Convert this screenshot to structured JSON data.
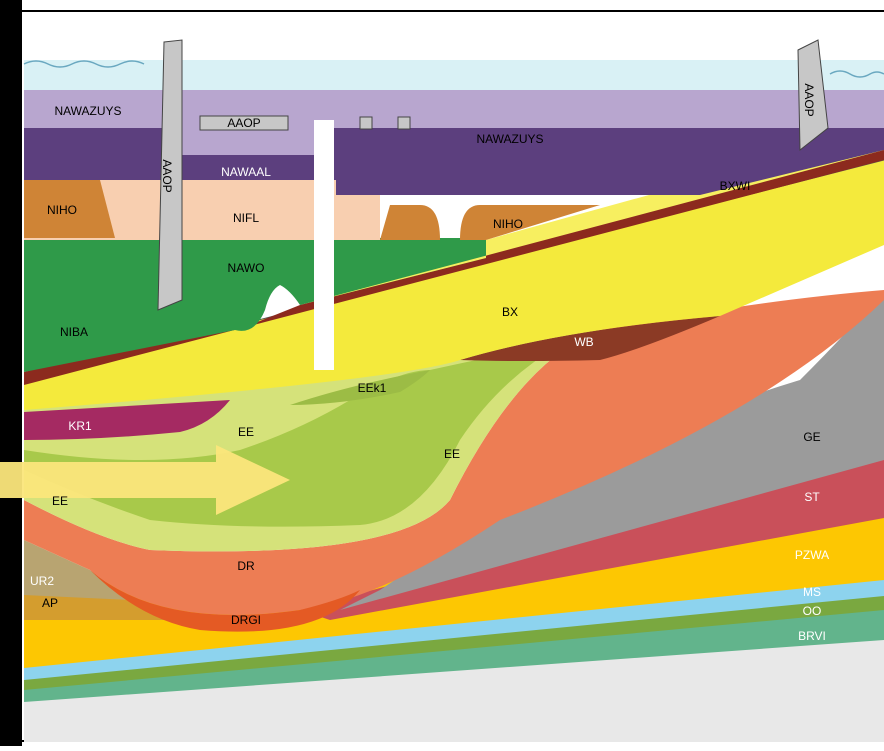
{
  "labels": {
    "nawazuys_left": "NAWAZUYS",
    "nawazuys_main": "NAWAZUYS",
    "aaop_plate": "AAOP",
    "aaop_left_pipe": "AAOP",
    "aaop_right_pipe": "AAOP",
    "nawaal": "NAWAAL",
    "bxwi": "BXWI",
    "niho_left": "NIHO",
    "nifl": "NIFL",
    "niho_mid": "NIHO",
    "nawo": "NAWO",
    "niba": "NIBA",
    "bx": "BX",
    "wb": "WB",
    "eek1": "EEk1",
    "kr1": "KR1",
    "ee_center": "EE",
    "ee_right": "EE",
    "ee_left": "EE",
    "ge": "GE",
    "st": "ST",
    "dr": "DR",
    "pzwa": "PZWA",
    "ur2": "UR2",
    "ap": "AP",
    "drgi": "DRGI",
    "ms": "MS",
    "oo": "OO",
    "brvi": "BRVI"
  },
  "colors": {
    "water": "#d9f1f5",
    "nawazuys": "#b8a6cf",
    "nawaal": "#5c3f7e",
    "nifl": "#f8cfb0",
    "niho": "#cf8436",
    "nawo": "#2f9a49",
    "niba": "#8c2a1e",
    "bx": "#f4ea3c",
    "ee_light": "#d5e27a",
    "ee_mid": "#a8c94a",
    "kr1": "#a52a62",
    "dr": "#ed7d54",
    "drgi": "#e45a24",
    "ge": "#9b9b9b",
    "st": "#c9505a",
    "pzwa": "#fdc702",
    "ms": "#8dd3ee",
    "oo": "#7aa840",
    "brvi": "#62b48c",
    "pipe": "#c7c7c7",
    "arrow": "#fbe67b",
    "frame": "#000000"
  }
}
